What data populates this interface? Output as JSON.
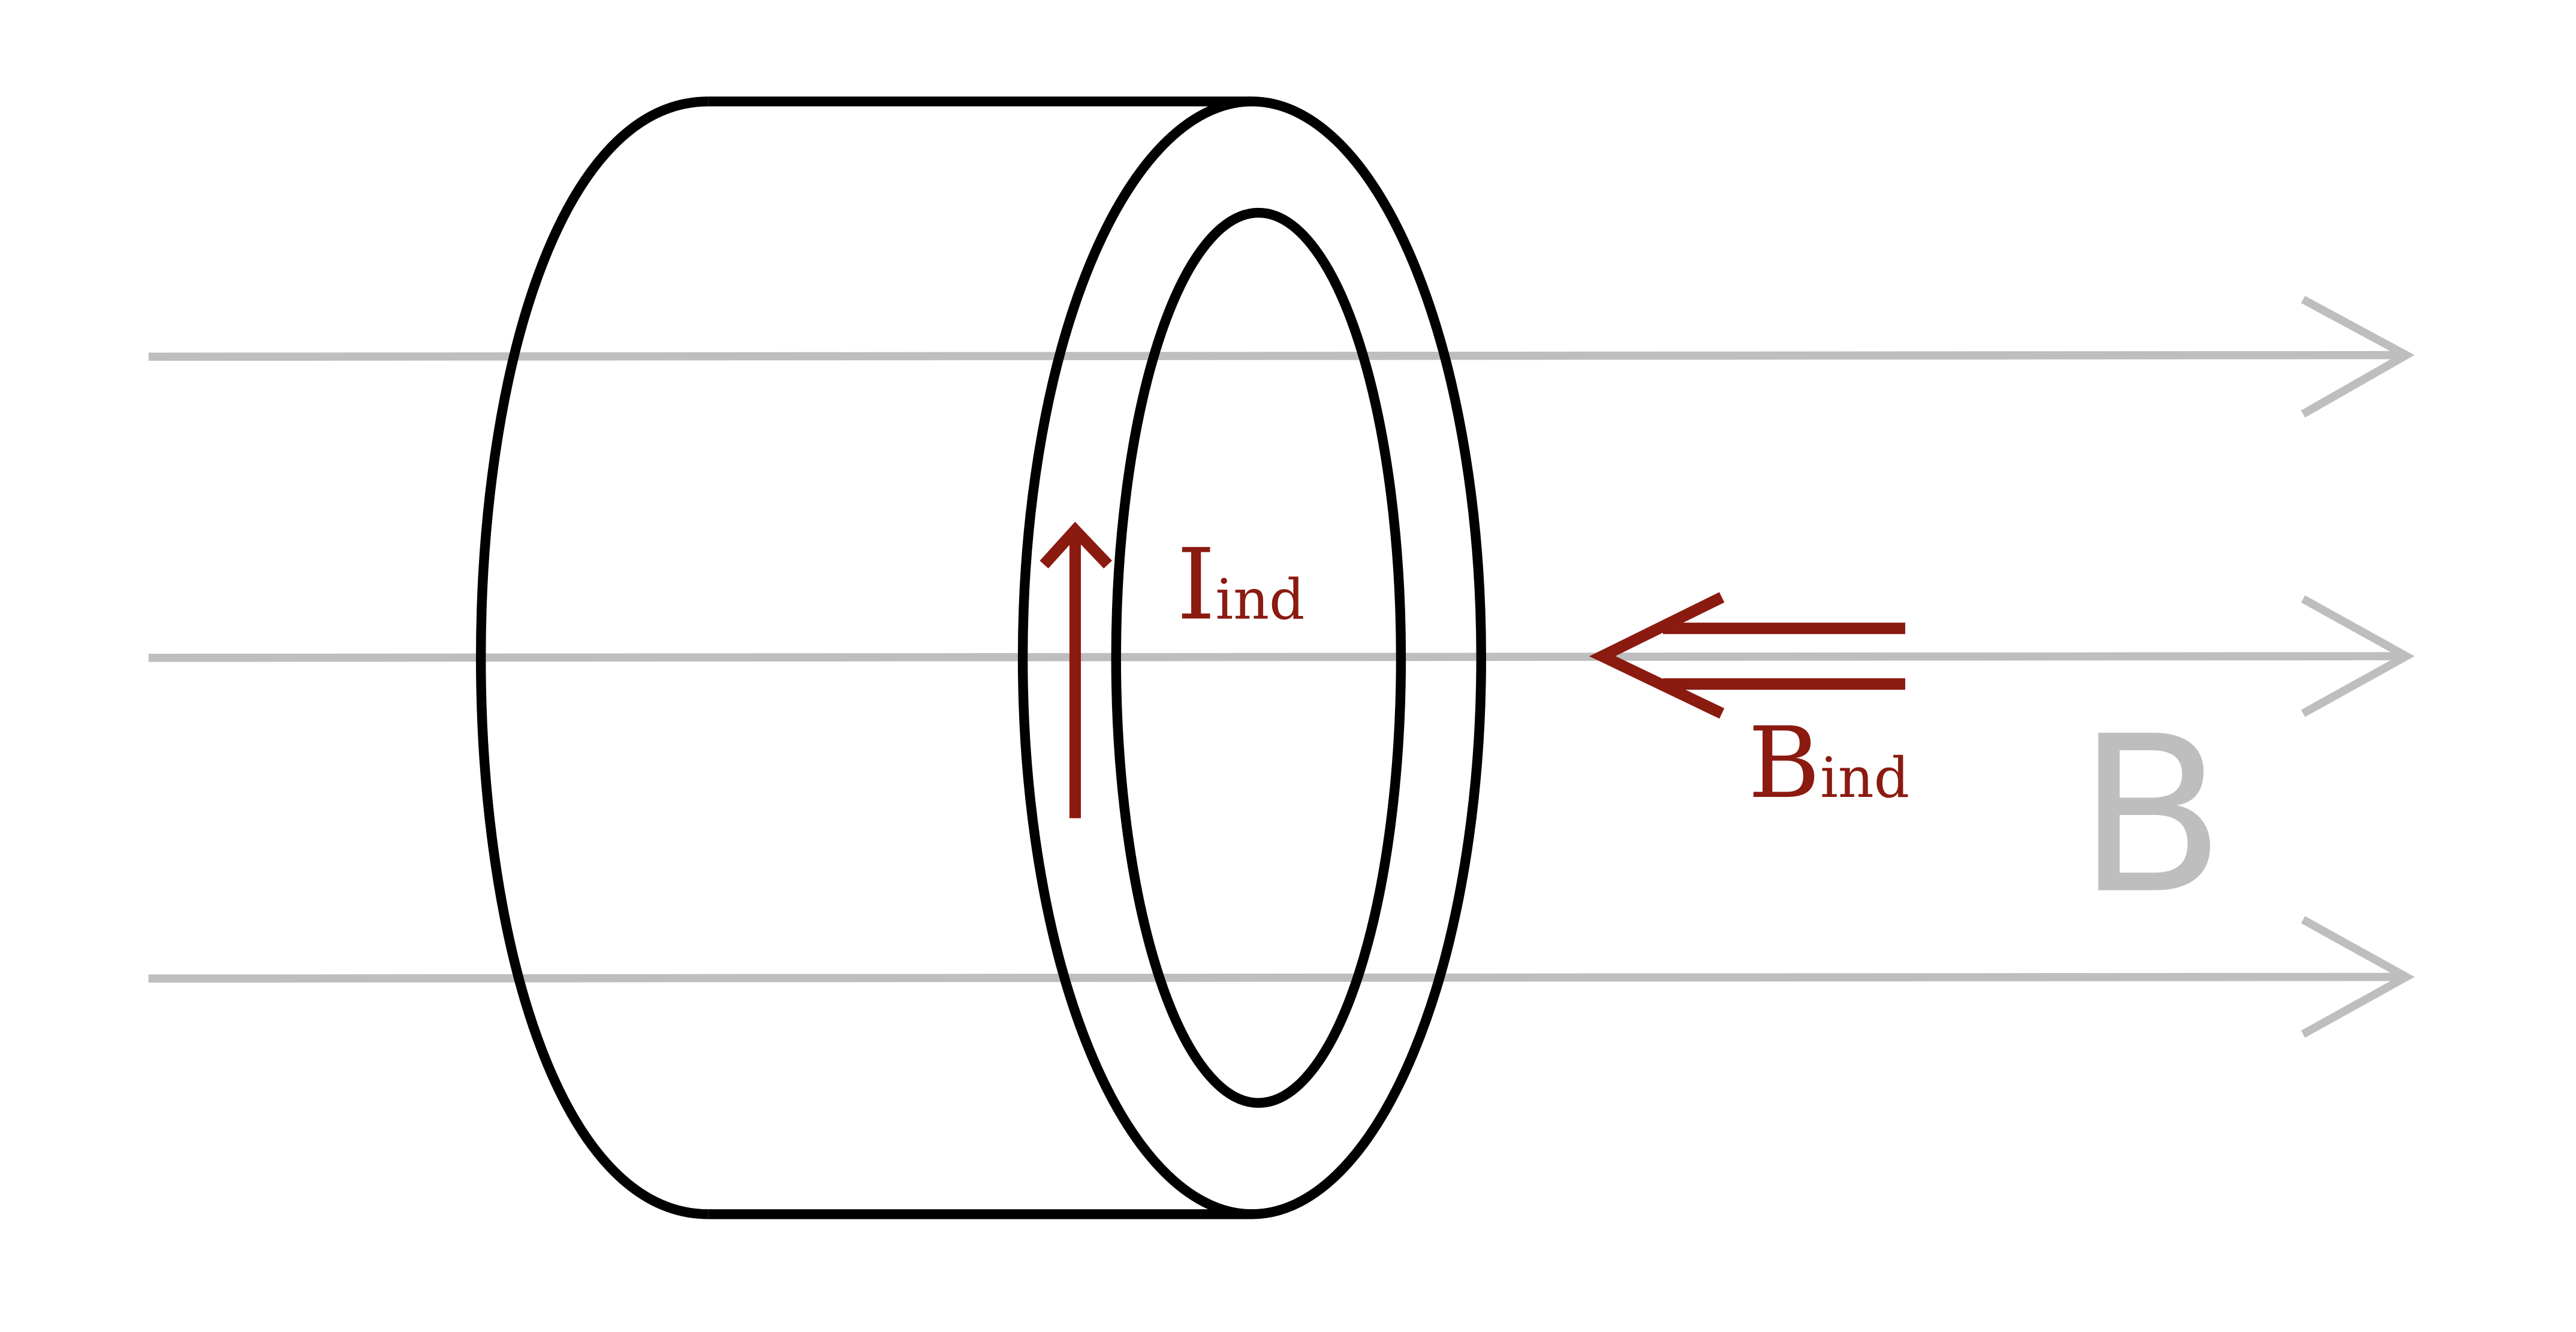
{
  "labels": {
    "induced_current": {
      "main": "I",
      "subscript": "ind"
    },
    "induced_field": {
      "main": "B",
      "subscript": "ind"
    },
    "external_field": "B"
  },
  "colors": {
    "external_field": "#bebebe",
    "induced": "#8b1a10",
    "cylinder": "#000000",
    "background": "#ffffff"
  }
}
